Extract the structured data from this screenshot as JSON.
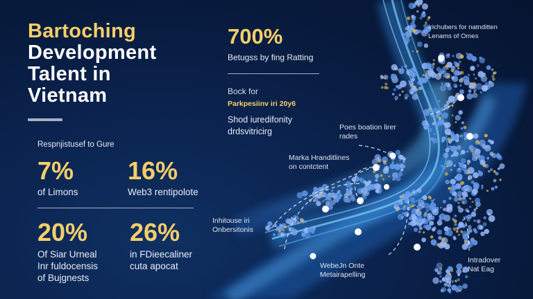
{
  "title": {
    "line1": "Bartoching",
    "line2": "Development",
    "line3": "Talent in",
    "line4": "Vietnam"
  },
  "left_stats": {
    "subhead": "Respnjistusef to Gure",
    "items": [
      {
        "value": "7%",
        "label_lines": [
          "of Limons"
        ]
      },
      {
        "value": "16%",
        "label_lines": [
          "Web3 rentipolote"
        ]
      },
      {
        "value": "20%",
        "label_lines": [
          "Of Siar Urneal",
          "Inr fuldocensis",
          "of Bujgnests"
        ]
      },
      {
        "value": "26%",
        "label_lines": [
          "in FDieecaliner",
          "cuta apocat"
        ]
      }
    ]
  },
  "center_stats": {
    "value": "700%",
    "label": "Betugss by fing Ratting",
    "block_title": "Bock for",
    "block_highlight": "Parkpesiinv iri 20y6",
    "block_lines": [
      "Shod iuredifonity",
      "drdsvitricirg"
    ]
  },
  "callouts": [
    {
      "id": "top-right",
      "lines": [
        "Irichubers for natnditten",
        "Lenams of Omes"
      ]
    },
    {
      "id": "poes",
      "lines": [
        "Poes boation lirer",
        "rades"
      ]
    },
    {
      "id": "marka",
      "lines": [
        "Marka Hranditlines",
        "on contctent"
      ]
    },
    {
      "id": "inhitouse",
      "lines": [
        "Inhitouse iri",
        "Onbersitonis"
      ]
    },
    {
      "id": "webe",
      "lines": [
        "WebeJn Onte",
        "Metairapelling"
      ]
    },
    {
      "id": "intradover",
      "lines": [
        "Intradover",
        "Nat Eag"
      ]
    }
  ],
  "colors": {
    "accent_gold": "#f5cf6a",
    "background": "#0b2450",
    "stream_blue": "#3e8fd6",
    "particle_blue": "#6a9ef0"
  }
}
